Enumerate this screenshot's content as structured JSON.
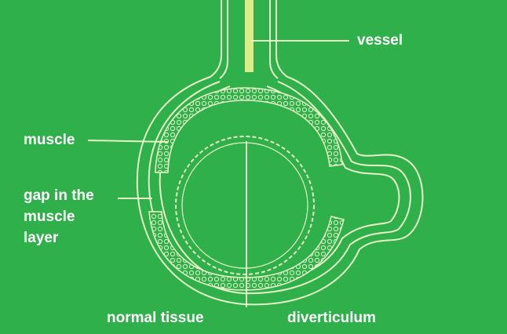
{
  "diagram": {
    "labels": {
      "vessel": "vessel",
      "muscle": "muscle",
      "gap_line1": "gap in the",
      "gap_line2": "muscle",
      "gap_line3": "layer",
      "normal_tissue": "normal tissue",
      "diverticulum": "diverticulum"
    },
    "colors": {
      "background": "#2fb04a",
      "outline": "#e6f2c8",
      "vessel": "#d9ee8a",
      "muscle_fill": "#b8d7a2",
      "label_text": "#ffffff"
    }
  }
}
